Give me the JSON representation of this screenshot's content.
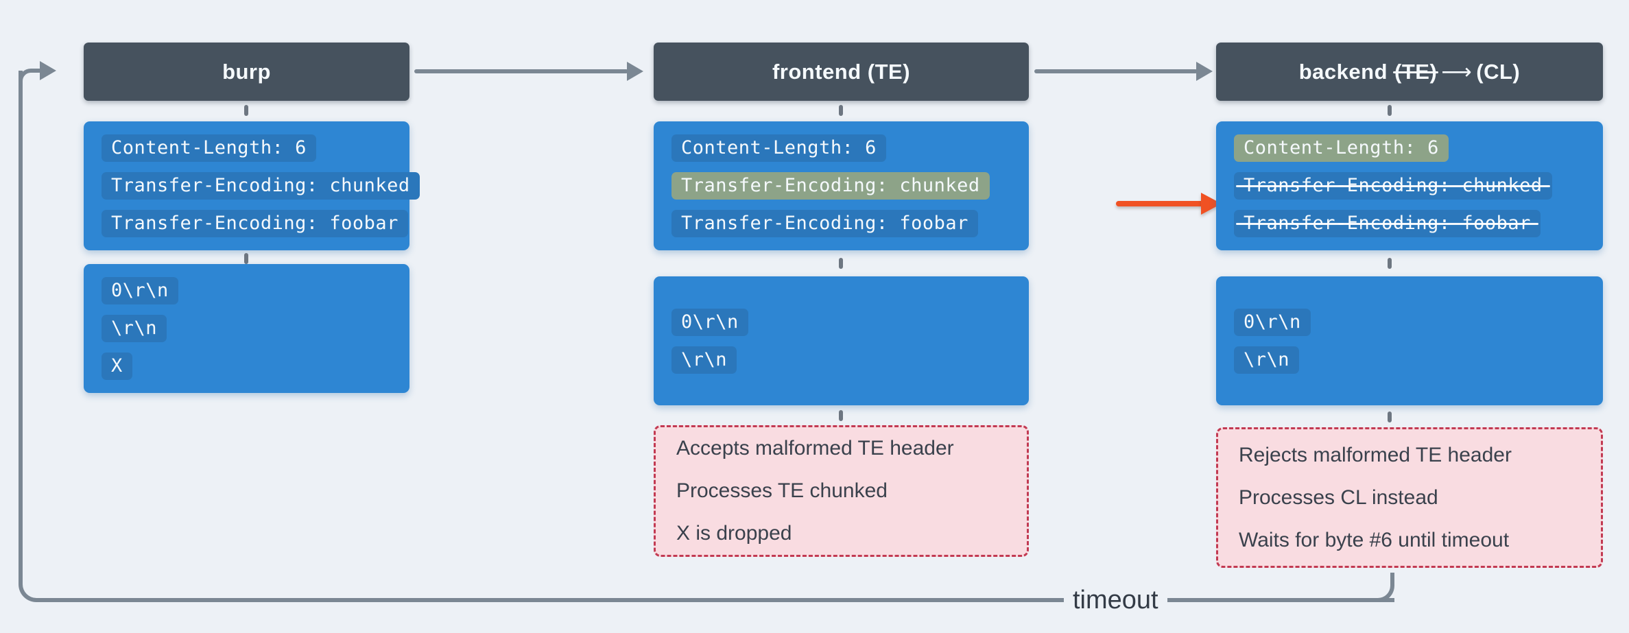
{
  "diagram_title": "HTTP request smuggling TE/CL desync flow",
  "palette": {
    "background": "#edf1f6",
    "node_title_bg": "#46525e",
    "message_box_bg": "#2e86d3",
    "chip_bg": "#2b77bb",
    "chip_highlight_green": "#8da388",
    "note_bg": "#f9dce1",
    "note_border": "#c23a52",
    "line_gray": "#7b8793",
    "arrow_red": "#f05123",
    "text_light": "#f5f9fc",
    "text_dark": "#3a414c"
  },
  "columns": [
    {
      "id": "burp",
      "title": {
        "text": "burp"
      },
      "headers": [
        {
          "text": "Content-Length: 6"
        },
        {
          "text": "Transfer-Encoding: chunked"
        },
        {
          "text": "Transfer-Encoding: foobar"
        }
      ],
      "body": [
        {
          "text": "0\\r\\n"
        },
        {
          "text": "\\r\\n"
        },
        {
          "text": "X"
        }
      ],
      "note": null
    },
    {
      "id": "frontend",
      "title": {
        "text": "frontend (TE)"
      },
      "headers": [
        {
          "text": "Content-Length: 6"
        },
        {
          "text": "Transfer-Encoding: chunked",
          "highlight": "green"
        },
        {
          "text": "Transfer-Encoding: foobar"
        }
      ],
      "body": [
        {
          "text": "0\\r\\n"
        },
        {
          "text": "\\r\\n"
        }
      ],
      "note": {
        "lines": [
          "Accepts malformed TE header",
          "Processes TE chunked",
          "X is dropped"
        ]
      }
    },
    {
      "id": "backend",
      "title": {
        "pre": "backend",
        "struck": "(TE)",
        "arrow": "⟶",
        "post": "(CL)"
      },
      "headers": [
        {
          "text": "Content-Length: 6",
          "highlight": "green"
        },
        {
          "text": "Transfer-Encoding: chunked",
          "strike": true
        },
        {
          "text": "Transfer-Encoding: foobar",
          "strike": true
        }
      ],
      "body": [
        {
          "text": "0\\r\\n"
        },
        {
          "text": "\\r\\n"
        }
      ],
      "note": {
        "lines": [
          "Rejects malformed TE header",
          "Processes CL instead",
          "Waits for byte #6 until timeout"
        ]
      }
    }
  ],
  "loop": {
    "label": "timeout"
  }
}
